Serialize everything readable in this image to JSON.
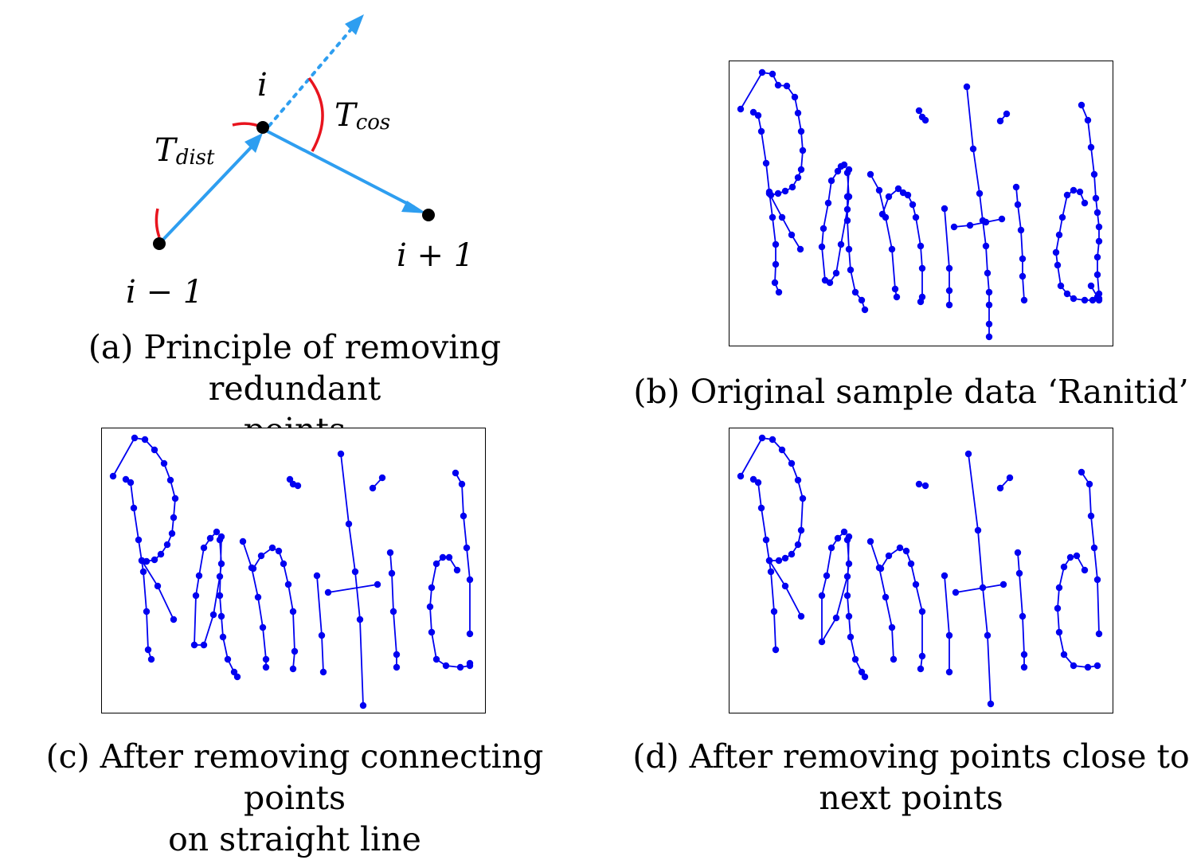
{
  "figure": {
    "panel_a": {
      "caption_line1": "(a) Principle of removing redundant",
      "caption_line2": "points",
      "labels": {
        "point_prev": "i − 1",
        "point_i": "i",
        "point_next": "i + 1",
        "t_dist_main": "T",
        "t_dist_sub": "dist",
        "t_cos_main": "T",
        "t_cos_sub": "cos"
      },
      "colors": {
        "arrow": "#2E9EF0",
        "arc": "#E8141E",
        "point": "#000000"
      }
    },
    "panel_b": {
      "caption": "(b) Original sample data ‘Ranitid’"
    },
    "panel_c": {
      "caption_line1": "(c) After removing connecting points",
      "caption_line2": "on straight line"
    },
    "panel_d": {
      "caption_line1": "(d) After removing points close to",
      "caption_line2": "next points"
    },
    "trace_color": "#0000F0"
  }
}
